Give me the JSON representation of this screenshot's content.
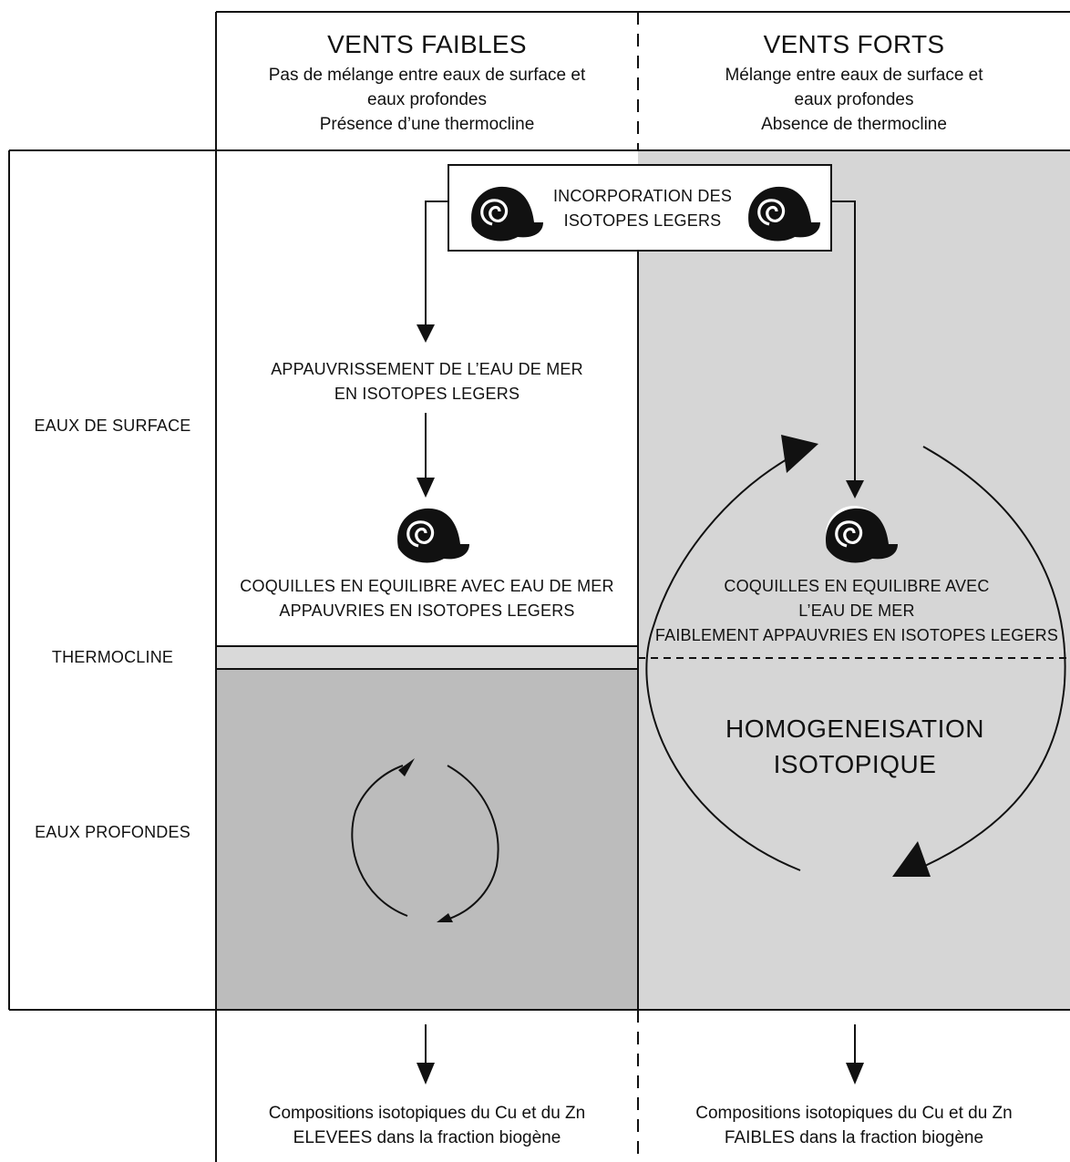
{
  "columns": {
    "weak": {
      "title": "VENTS FAIBLES",
      "lines": [
        "Pas de mélange entre eaux de surface et",
        "eaux profondes",
        "Présence d’une thermocline"
      ]
    },
    "strong": {
      "title": "VENTS FORTS",
      "lines": [
        "Mélange entre eaux de surface et",
        "eaux profondes",
        "Absence de thermocline"
      ]
    }
  },
  "rows": {
    "surface": "EAUX DE SURFACE",
    "thermocline": "THERMOCLINE",
    "deep": "EAUX PROFONDES"
  },
  "incorporation": [
    "INCORPORATION DES",
    "ISOTOPES LEGERS"
  ],
  "weak_panel": {
    "depletion": [
      "APPAUVRISSEMENT DE L’EAU DE MER",
      "EN ISOTOPES LEGERS"
    ],
    "shells": [
      "COQUILLES EN EQUILIBRE AVEC EAU DE MER",
      "APPAUVRIES EN ISOTOPES LEGERS"
    ]
  },
  "strong_panel": {
    "shells": [
      "COQUILLES EN EQUILIBRE AVEC",
      "L’EAU DE MER",
      "FAIBLEMENT APPAUVRIES EN ISOTOPES LEGERS"
    ],
    "homogenization": [
      "HOMOGENEISATION",
      "ISOTOPIQUE"
    ]
  },
  "footer": {
    "weak": [
      "Compositions isotopiques du Cu et du Zn",
      "ELEVEES dans la fraction biogène"
    ],
    "strong": [
      "Compositions isotopiques du Cu et du Zn",
      "FAIBLES dans la fraction biogène"
    ]
  },
  "colors": {
    "background": "#ffffff",
    "strong_wind_panel": "#d6d6d6",
    "thermocline_band": "#d9d9d9",
    "deep_water": "#bcbcbc",
    "ink": "#111111"
  },
  "icons": [
    "shell-icon"
  ]
}
